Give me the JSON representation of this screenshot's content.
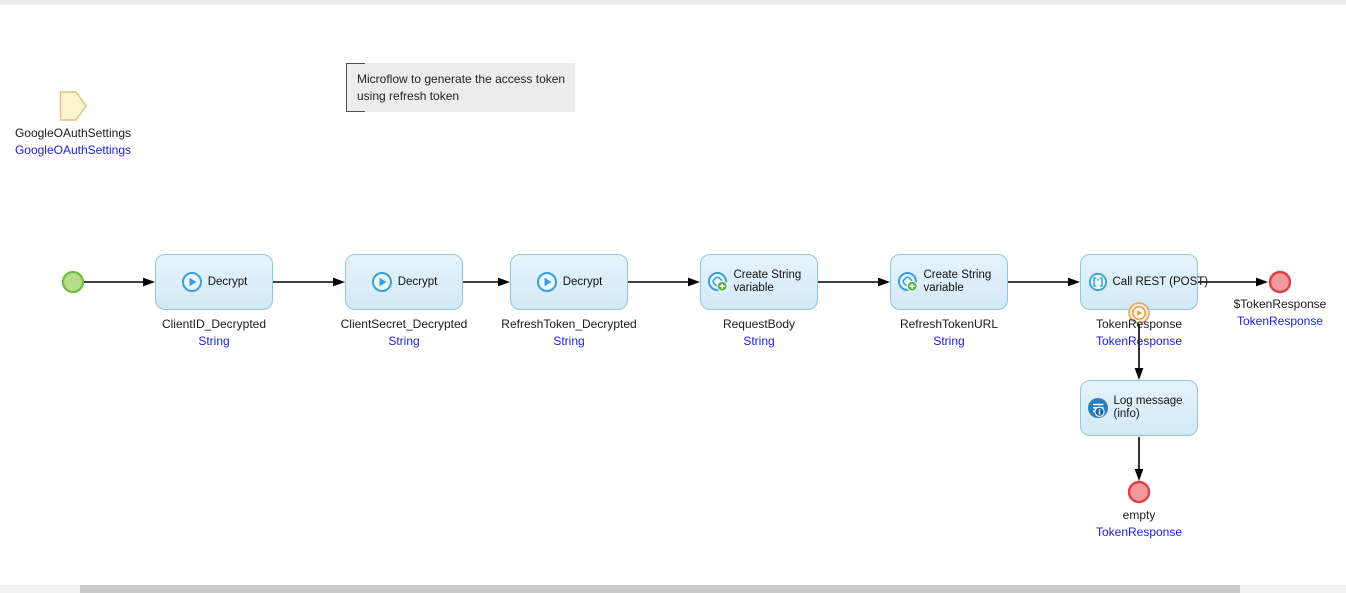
{
  "annotation": {
    "text": "Microflow to generate the access token using refresh token"
  },
  "parameter": {
    "name": "GoogleOAuthSettings",
    "entity": "GoogleOAuthSettings"
  },
  "flow": {
    "start_event": {
      "kind": "start"
    },
    "activities": [
      {
        "label": "Decrypt",
        "icon": "play-circle-icon",
        "caption": "ClientID_Decrypted",
        "type": "String"
      },
      {
        "label": "Decrypt",
        "icon": "play-circle-icon",
        "caption": "ClientSecret_Decrypted",
        "type": "String"
      },
      {
        "label": "Decrypt",
        "icon": "play-circle-icon",
        "caption": "RefreshToken_Decrypted",
        "type": "String"
      },
      {
        "label": "Create String variable",
        "icon": "variable-plus-icon",
        "caption": "RequestBody",
        "type": "String"
      },
      {
        "label": "Create String variable",
        "icon": "variable-plus-icon",
        "caption": "RefreshTokenURL",
        "type": "String"
      },
      {
        "label": "Call REST (POST)",
        "icon": "brackets-circle-icon",
        "caption": "TokenResponse",
        "type": "TokenResponse"
      },
      {
        "label": "Log message (info)",
        "icon": "log-list-info-icon",
        "caption": "",
        "type": ""
      }
    ],
    "error_handler_event": {
      "icon": "continue-play-icon"
    },
    "end_events": [
      {
        "caption": "$TokenResponse",
        "type": "TokenResponse"
      },
      {
        "caption": "empty",
        "type": "TokenResponse"
      }
    ]
  },
  "colors": {
    "activity_fill": "#d9ecf9",
    "activity_border": "#8ec6e8",
    "start_fill": "#b7dc8e",
    "start_border": "#6cbf3a",
    "end_fill": "#f49a9e",
    "end_border": "#e23d43",
    "link_text": "#1b1be4",
    "icon_blue": "#3a9fd8",
    "badge_green": "#52b548",
    "event_orange": "#e8963c",
    "annotation_fill": "#ececec"
  }
}
